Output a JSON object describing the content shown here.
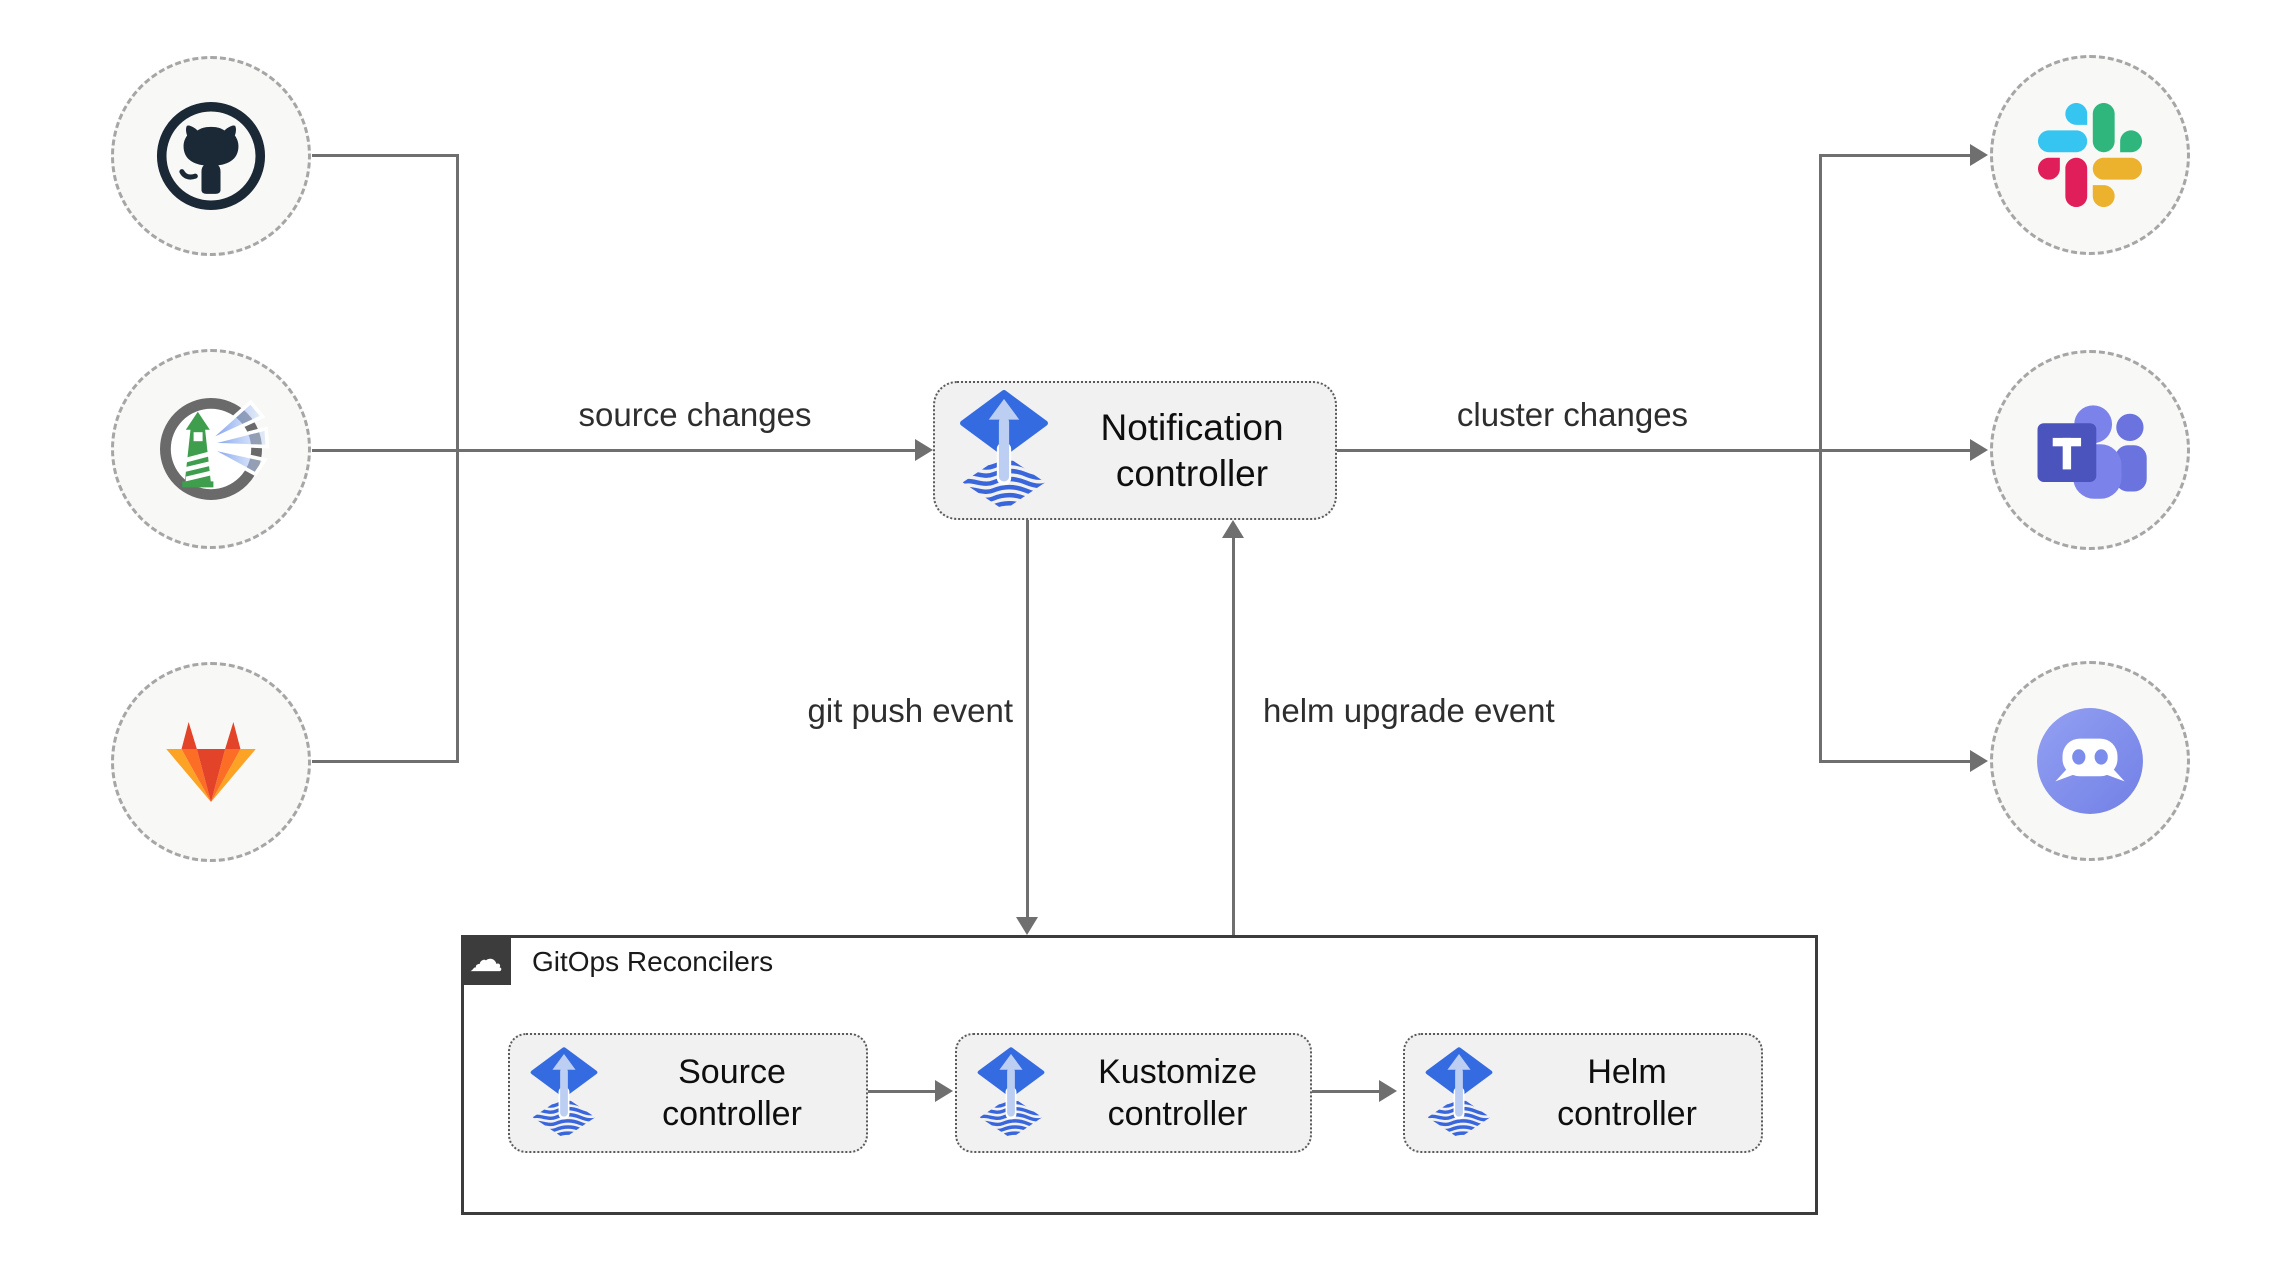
{
  "palette": {
    "flux_blue": "#356BE0",
    "flux_light_arrow": "#BCCFF2",
    "flux_wave_stripe": "#3A66DC",
    "connector_gray": "#6F6F6F",
    "node_fill": "#F1F1F1",
    "node_border": "#5A5A5A",
    "circle_fill": "#F8F8F6",
    "circle_border": "#A6A6A6",
    "outer_box_border": "#3C3C3C",
    "github_dark": "#1B2836",
    "gitlab_red": "#E24329",
    "gitlab_orange": "#FC6D26",
    "gitlab_amber": "#FCA326",
    "slack_blue": "#36C5F0",
    "slack_green": "#2EB67D",
    "slack_red": "#E01E5A",
    "slack_yellow": "#ECB22E",
    "teams_purple": "#7B83EB",
    "teams_dark": "#4B53BC",
    "discord_blurple": "#7C8CEC",
    "harbor_green": "#3E9E4D"
  },
  "sources": [
    {
      "id": "github",
      "icon": "github-icon"
    },
    {
      "id": "harbor",
      "icon": "harbor-icon"
    },
    {
      "id": "gitlab",
      "icon": "gitlab-icon"
    }
  ],
  "targets": [
    {
      "id": "slack",
      "icon": "slack-icon"
    },
    {
      "id": "ms-teams",
      "icon": "ms-teams-icon"
    },
    {
      "id": "discord",
      "icon": "discord-icon"
    }
  ],
  "notification_controller": {
    "label": "Notification controller"
  },
  "edges": {
    "source_changes": "source changes",
    "cluster_changes": "cluster changes",
    "git_push_event": "git push event",
    "helm_upgrade_event": "helm upgrade event"
  },
  "reconcilers": {
    "title": "GitOps Reconcilers",
    "badge_glyph": "☁",
    "controllers": [
      {
        "label": "Source controller"
      },
      {
        "label": "Kustomize controller"
      },
      {
        "label": "Helm controller"
      }
    ]
  }
}
